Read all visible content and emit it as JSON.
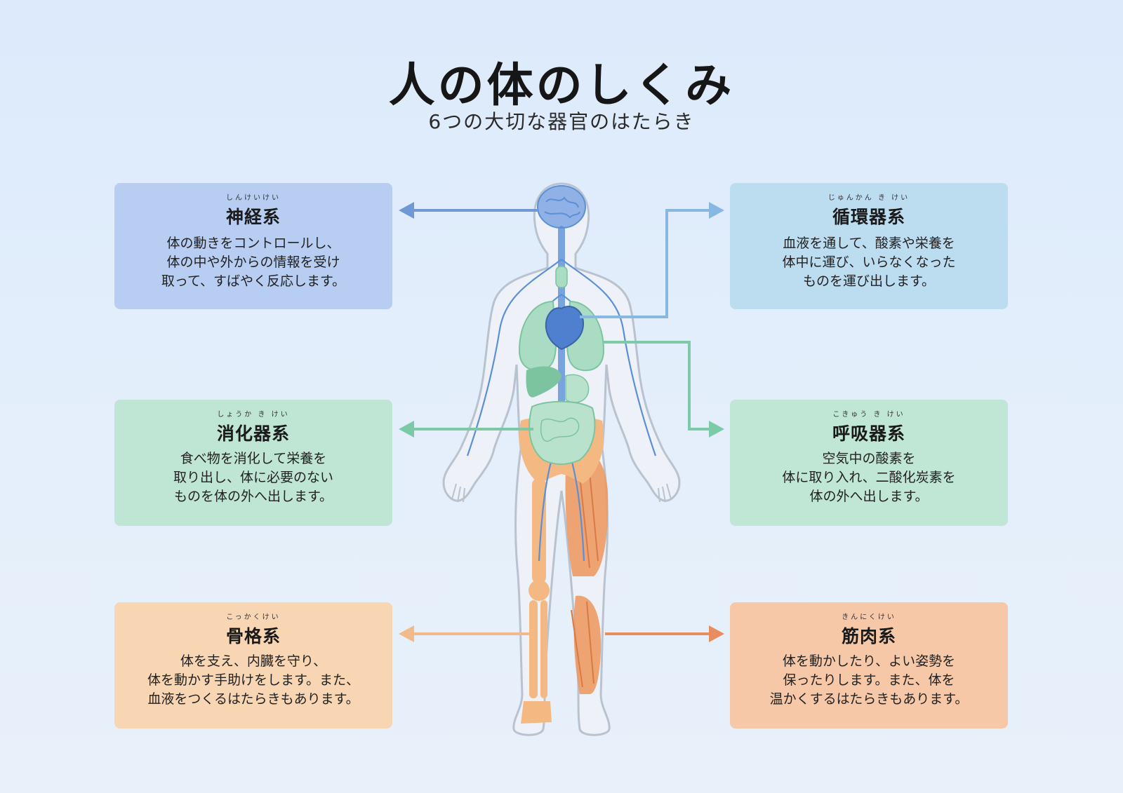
{
  "header": {
    "title": "人の体のしくみ",
    "subtitle": "6つの大切な器官のはたらき"
  },
  "systems": {
    "nervous": {
      "ruby": "しんけいけい",
      "name": "神経系",
      "lines": [
        "体の動きをコントロールし、",
        "体の中や外からの情報を受け",
        "取って、すばやく反応します。"
      ],
      "color": "#b7cdf1",
      "arrow_color": "#6f99d6"
    },
    "circulatory": {
      "ruby": "じゅんかん き けい",
      "name": "循環器系",
      "lines": [
        "血液を通して、酸素や栄養を",
        "体中に運び、いらなくなった",
        "ものを運び出します。"
      ],
      "color": "#bcdcf0",
      "arrow_color": "#86b8e2"
    },
    "digestive": {
      "ruby": "しょうか き けい",
      "name": "消化器系",
      "lines": [
        "食べ物を消化して栄養を",
        "取り出し、体に必要のない",
        "ものを体の外へ出します。"
      ],
      "color": "#bfe5d4",
      "arrow_color": "#7cc9a8"
    },
    "respiratory": {
      "ruby": "こきゅう き けい",
      "name": "呼吸器系",
      "lines": [
        "空気中の酸素を",
        "体に取り入れ、二酸化炭素を",
        "体の外へ出します。"
      ],
      "color": "#c0e6d5",
      "arrow_color": "#7ccaa8"
    },
    "skeletal": {
      "ruby": "こっかくけい",
      "name": "骨格系",
      "lines": [
        "体を支え、内臓を守り、",
        "体を動かす手助けをします。また、",
        "血液をつくるはたらきもあります。"
      ],
      "color": "#f8d5b3",
      "arrow_color": "#f2b98a"
    },
    "muscular": {
      "ruby": "きんにくけい",
      "name": "筋肉系",
      "lines": [
        "体を動かしたり、よい姿勢を",
        "保ったりします。また、体を",
        "温かくするはたらきもあります。"
      ],
      "color": "#f6c8a8",
      "arrow_color": "#e98c5f"
    }
  },
  "figure_colors": {
    "body_fill": "#eef2f8",
    "body_outline": "#b9c2cf",
    "brain": "#8fb1e6",
    "nerve": "#5b8fd6",
    "heart": "#4f7fcf",
    "lung": "#a9dcc2",
    "liver": "#7cc49f",
    "intestine": "#b9e2cd",
    "bone": "#f4b983",
    "muscle": "#ec9a63"
  }
}
